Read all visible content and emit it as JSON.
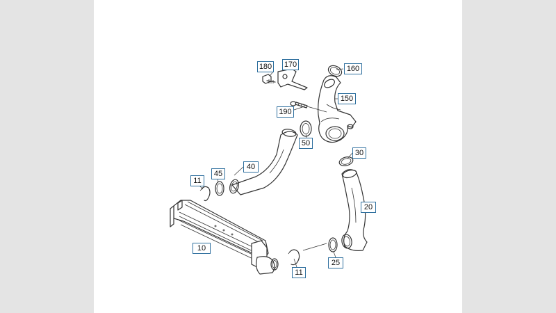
{
  "background": "#e4e4e4",
  "sheet_color": "#ffffff",
  "callout_border_color": "#2e6f9e",
  "callouts": [
    "180",
    "170",
    "160",
    "150",
    "190",
    "50",
    "30",
    "40",
    "45",
    "11",
    "20",
    "10",
    "25",
    "11"
  ]
}
